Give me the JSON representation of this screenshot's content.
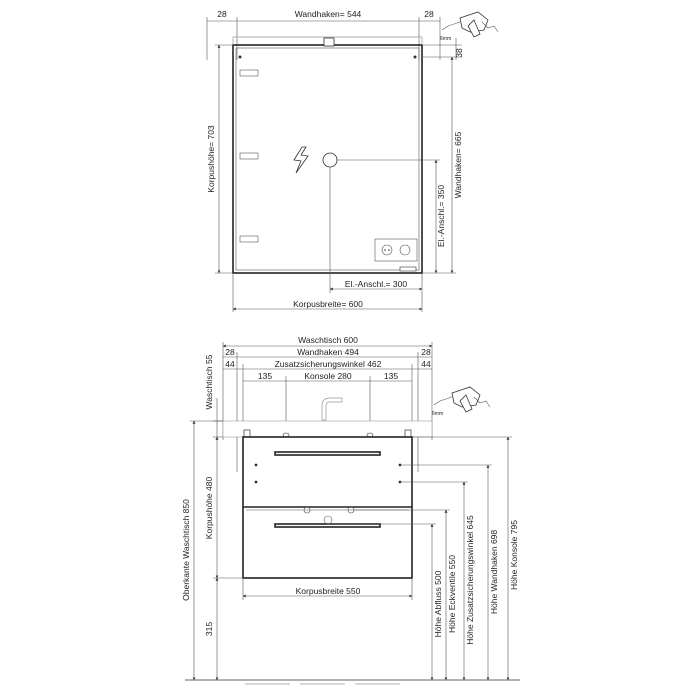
{
  "mirror_cabinet": {
    "left_margin": "28",
    "wall_hooks_width": "Wandhaken= 544",
    "right_margin": "28",
    "top_offset": "38",
    "body_height": "Korpushöhe= 703",
    "wall_hooks_height": "Wandhaken= 665",
    "electric_height": "El.-Anschl.= 350",
    "electric_offset": "El.-Anschl.= 300",
    "body_width": "Korpusbreite= 600"
  },
  "vanity_unit": {
    "washbasin_width": "Waschtisch 600",
    "left_margin_top": "28",
    "wall_hooks_width": "Wandhaken 494",
    "right_margin_top": "28",
    "left_margin_mid": "44",
    "safety_bracket": "Zusatzsicherungswinkel 462",
    "right_margin_mid": "44",
    "console_left": "135",
    "console_width": "Konsole 280",
    "console_right": "135",
    "washbasin_depth": "Waschtisch 55",
    "body_height": "Korpushöhe 480",
    "washbasin_top_edge": "Oberkante Waschtisch 850",
    "floor_gap": "315",
    "body_width": "Korpusbreite  550",
    "drain_height": "Höhe Abfluss 500",
    "angle_valve_height": "Höhe Eckventile 550",
    "bracket_height": "Höhe Zusatzsicherungswinkel 645",
    "hooks_height": "Höhe Wandhaken 698",
    "console_height": "Höhe Konsole 795"
  },
  "drill_note_top": "6mm",
  "drill_note_bottom": "6mm"
}
